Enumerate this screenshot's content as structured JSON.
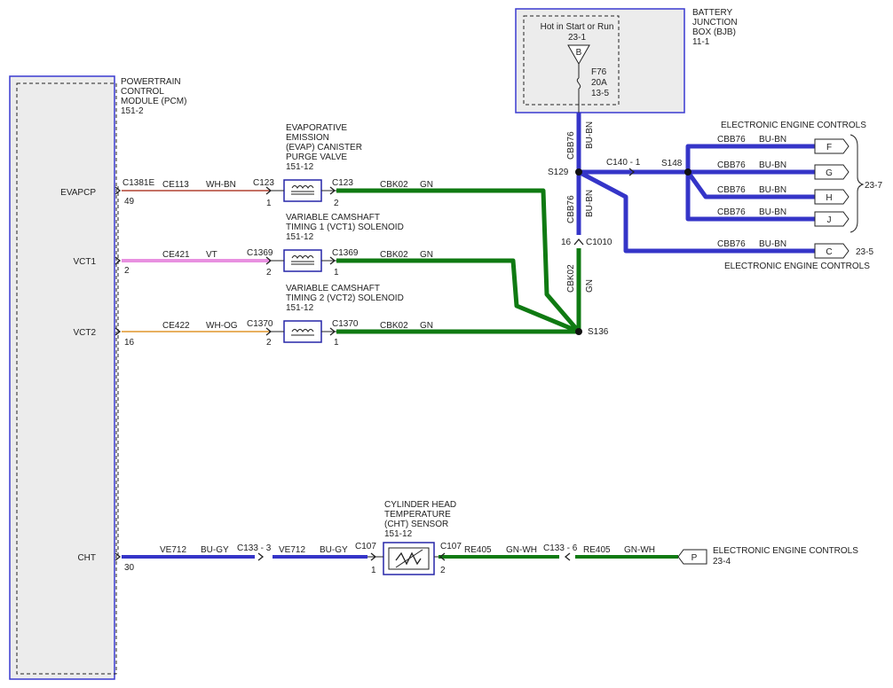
{
  "colors": {
    "blue": "#3535c8",
    "blue_dark": "#2626a8",
    "green": "#0f7a12",
    "pink": "#e890e0",
    "orange": "#e8b060",
    "red_brown": "#b04030",
    "frame": "#3a3ad0",
    "module_fill": "#ececec"
  },
  "pcm": {
    "name_lines": [
      "POWERTRAIN",
      "CONTROL",
      "MODULE (PCM)",
      "151-2"
    ],
    "pins": [
      {
        "label": "EVAPCP",
        "connector": "C1381E",
        "pin": "49"
      },
      {
        "label": "VCT1",
        "connector": "",
        "pin": "2"
      },
      {
        "label": "VCT2",
        "connector": "",
        "pin": "16"
      },
      {
        "label": "CHT",
        "connector": "",
        "pin": "30"
      }
    ]
  },
  "bjb": {
    "name_lines": [
      "BATTERY",
      "JUNCTION",
      "BOX (BJB)",
      "11-1"
    ],
    "hot_label": "Hot in Start or Run",
    "hot_ref": "23-1",
    "bus": "B",
    "fuse": "F76",
    "rating": "20A",
    "fuse_ref": "13-5"
  },
  "components": [
    {
      "lines": [
        "EVAPORATIVE",
        "EMISSION",
        "(EVAP) CANISTER",
        "PURGE VALVE",
        "151-12"
      ],
      "conn_in": "C123",
      "conn_out": "C123",
      "pin_in": "1",
      "pin_out": "2"
    },
    {
      "lines": [
        "VARIABLE CAMSHAFT",
        "TIMING 1 (VCT1) SOLENOID",
        "151-12"
      ],
      "conn_in": "C1369",
      "conn_out": "C1369",
      "pin_in": "2",
      "pin_out": "1"
    },
    {
      "lines": [
        "VARIABLE CAMSHAFT",
        "TIMING 2 (VCT2) SOLENOID",
        "151-12"
      ],
      "conn_in": "C1370",
      "conn_out": "C1370",
      "pin_in": "2",
      "pin_out": "1"
    },
    {
      "lines": [
        "CYLINDER HEAD",
        "TEMPERATURE",
        "(CHT) SENSOR",
        "151-12"
      ],
      "conn_in": "C107",
      "conn_out": "C107",
      "pin_in": "1",
      "pin_out": "2"
    }
  ],
  "wires": {
    "evap_in": {
      "circuit": "CE113",
      "color": "WH-BN"
    },
    "vct1_in": {
      "circuit": "CE421",
      "color": "VT"
    },
    "vct2_in": {
      "circuit": "CE422",
      "color": "WH-OG"
    },
    "ground": {
      "circuit": "CBK02",
      "color": "GN"
    },
    "cht_a": {
      "circuit": "VE712",
      "color": "BU-GY"
    },
    "cht_b": {
      "circuit": "VE712",
      "color": "BU-GY"
    },
    "cht_c": {
      "circuit": "RE405",
      "color": "GN-WH"
    },
    "cht_d": {
      "circuit": "RE405",
      "color": "GN-WH"
    },
    "feed": {
      "circuit": "CBB76",
      "color": "BU-BN"
    }
  },
  "splices": {
    "s129": "S129",
    "s136": "S136",
    "s148": "S148"
  },
  "connectors": {
    "c140": "C140 - 1",
    "c1010": "C1010",
    "c1010_pin": "16",
    "c133_a": "C133 - 3",
    "c133_b": "C133 - 6"
  },
  "eec": {
    "top_title": "ELECTRONIC ENGINE CONTROLS",
    "bottom_title": "ELECTRONIC ENGINE CONTROLS",
    "cht_title": "ELECTRONIC ENGINE CONTROLS",
    "group_ref": "23-7",
    "c_ref": "23-5",
    "p_ref": "23-4",
    "boxes": [
      "F",
      "G",
      "H",
      "J"
    ],
    "c_box": "C",
    "p_box": "P"
  }
}
